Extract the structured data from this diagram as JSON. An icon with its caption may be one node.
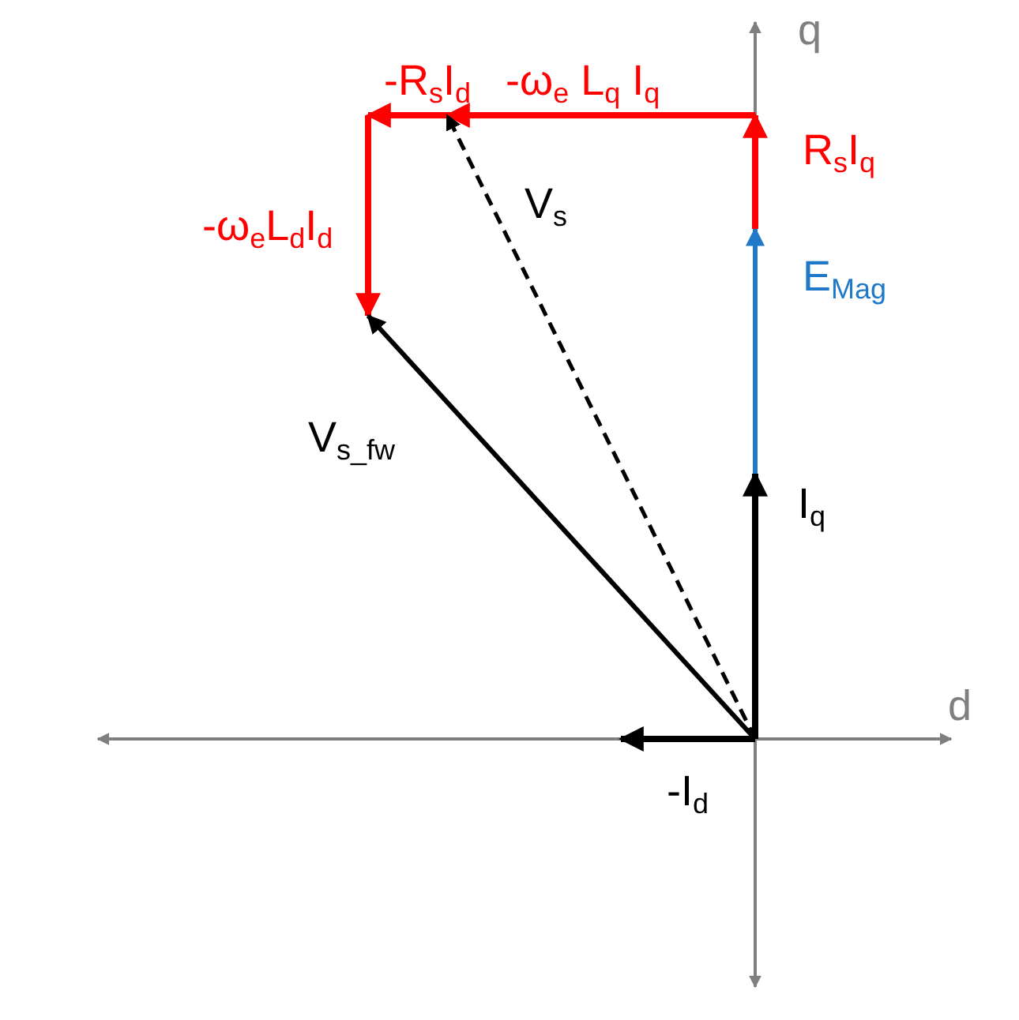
{
  "diagram": {
    "labels": [
      "q",
      "-R$_{s}$I$_{d}$",
      "-ω$_{e}$ L$_{q}$ I$_{q}$",
      "R$_{s}$I$_{q}$",
      "-ω$_{e}$L$_{d}$I$_{d}$",
      "V$_{s}$",
      "E$_{Mag}$",
      "V$_{s_fw}$",
      "I$_{q}$",
      "d",
      "-I$_{d}$"
    ]
  }
}
